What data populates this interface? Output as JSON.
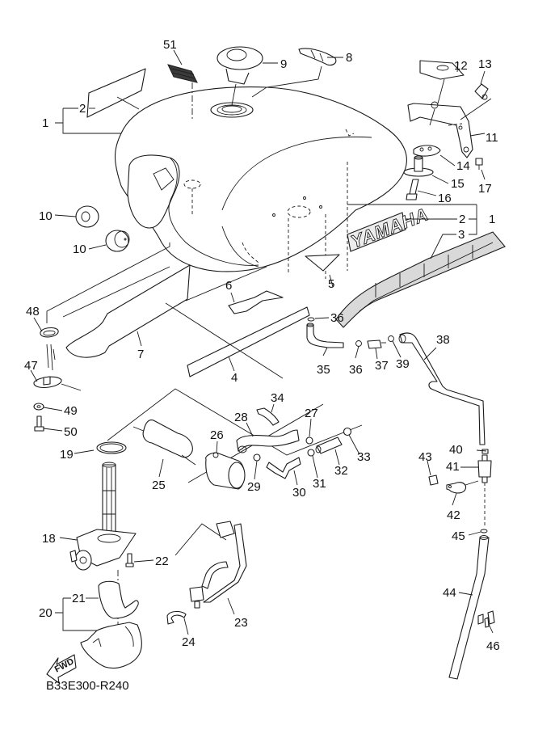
{
  "diagram": {
    "title": "Fuel tank exploded parts diagram",
    "brand_decal_text": "YAMAHA",
    "forward_indicator": "FWD",
    "reference_code": "B33E300-R240",
    "callouts": [
      {
        "id": "c1a",
        "label": "1",
        "part": "fuel-tank-assembly"
      },
      {
        "id": "c2a",
        "label": "2",
        "part": "emblem-decal-left"
      },
      {
        "id": "c51",
        "label": "51",
        "part": "caution-label"
      },
      {
        "id": "c9",
        "label": "9",
        "part": "fuel-cap"
      },
      {
        "id": "c8",
        "label": "8",
        "part": "cap-cover"
      },
      {
        "id": "c12",
        "label": "12",
        "part": "bracket-block"
      },
      {
        "id": "c13",
        "label": "13",
        "part": "clip"
      },
      {
        "id": "c11",
        "label": "11",
        "part": "tank-bracket"
      },
      {
        "id": "c14",
        "label": "14",
        "part": "damper"
      },
      {
        "id": "c15",
        "label": "15",
        "part": "collar-washer"
      },
      {
        "id": "c16",
        "label": "16",
        "part": "bolt"
      },
      {
        "id": "c17",
        "label": "17",
        "part": "screw"
      },
      {
        "id": "c10a",
        "label": "10",
        "part": "damper-upper"
      },
      {
        "id": "c10b",
        "label": "10",
        "part": "damper-lower"
      },
      {
        "id": "c2b",
        "label": "2",
        "part": "yamaha-emblem"
      },
      {
        "id": "c1b",
        "label": "1",
        "part": "fuel-tank-assembly"
      },
      {
        "id": "c3",
        "label": "3",
        "part": "side-stripe"
      },
      {
        "id": "c6",
        "label": "6",
        "part": "damper-plate"
      },
      {
        "id": "c5",
        "label": "5",
        "part": "damper-triangle"
      },
      {
        "id": "c48",
        "label": "48",
        "part": "gasket"
      },
      {
        "id": "c7",
        "label": "7",
        "part": "heat-insulator"
      },
      {
        "id": "c4",
        "label": "4",
        "part": "damper-strip"
      },
      {
        "id": "c36a",
        "label": "36",
        "part": "hose-clip"
      },
      {
        "id": "c35",
        "label": "35",
        "part": "breather-hose"
      },
      {
        "id": "c36b",
        "label": "36",
        "part": "hose-clip"
      },
      {
        "id": "c37",
        "label": "37",
        "part": "joint"
      },
      {
        "id": "c39",
        "label": "39",
        "part": "hose-clip"
      },
      {
        "id": "c38",
        "label": "38",
        "part": "breather-hose-long"
      },
      {
        "id": "c47",
        "label": "47",
        "part": "fuel-sender-unit"
      },
      {
        "id": "c49",
        "label": "49",
        "part": "washer"
      },
      {
        "id": "c50",
        "label": "50",
        "part": "bolt"
      },
      {
        "id": "c34",
        "label": "34",
        "part": "hose-clamp"
      },
      {
        "id": "c28",
        "label": "28",
        "part": "fuel-hose"
      },
      {
        "id": "c27",
        "label": "27",
        "part": "hose-clip"
      },
      {
        "id": "c19",
        "label": "19",
        "part": "o-ring"
      },
      {
        "id": "c26",
        "label": "26",
        "part": "fuel-pump"
      },
      {
        "id": "c25",
        "label": "25",
        "part": "fuel-filter"
      },
      {
        "id": "c29",
        "label": "29",
        "part": "hose-clip"
      },
      {
        "id": "c30",
        "label": "30",
        "part": "elbow-joint"
      },
      {
        "id": "c31",
        "label": "31",
        "part": "hose-clip"
      },
      {
        "id": "c32",
        "label": "32",
        "part": "hose"
      },
      {
        "id": "c33",
        "label": "33",
        "part": "hose-clip"
      },
      {
        "id": "c40",
        "label": "40",
        "part": "hose-clip"
      },
      {
        "id": "c41",
        "label": "41",
        "part": "inline-filter"
      },
      {
        "id": "c43",
        "label": "43",
        "part": "rivet"
      },
      {
        "id": "c42",
        "label": "42",
        "part": "filter-holder"
      },
      {
        "id": "c45",
        "label": "45",
        "part": "hose-clip"
      },
      {
        "id": "c18",
        "label": "18",
        "part": "fuel-cock"
      },
      {
        "id": "c22",
        "label": "22",
        "part": "screw"
      },
      {
        "id": "c44",
        "label": "44",
        "part": "drain-hose"
      },
      {
        "id": "c21",
        "label": "21",
        "part": "cover-inner"
      },
      {
        "id": "c20",
        "label": "20",
        "part": "cover-assembly"
      },
      {
        "id": "c23",
        "label": "23",
        "part": "fuel-hose-assembly"
      },
      {
        "id": "c24",
        "label": "24",
        "part": "hose-holder"
      },
      {
        "id": "c46",
        "label": "46",
        "part": "hose-clamp"
      }
    ]
  }
}
